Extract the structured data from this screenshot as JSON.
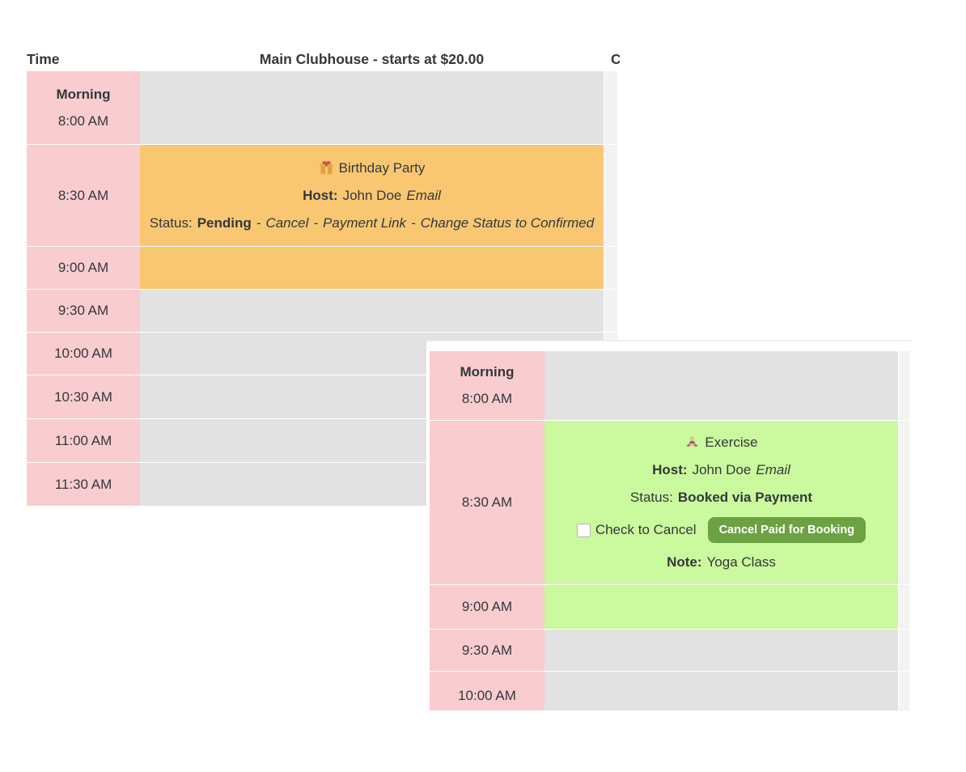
{
  "colors": {
    "time_column_bg": "#f9cccf",
    "empty_slot_bg": "#e2e2e2",
    "next_column_bg": "#f3f3f3",
    "pending_event_bg": "#f9c772",
    "paid_event_bg": "#cbf99d",
    "cancel_button_bg": "#6ca242",
    "text": "#34383c"
  },
  "schedule_left": {
    "header": {
      "time": "Time",
      "venue": "Main Clubhouse - starts at $20.00",
      "next_venue_clipped": "C"
    },
    "period_label": "Morning",
    "time_rows": [
      "8:00 AM",
      "8:30 AM",
      "9:00 AM",
      "9:30 AM",
      "10:00 AM",
      "10:30 AM",
      "11:00 AM",
      "11:30 AM"
    ],
    "event": {
      "icon": "gift-icon",
      "title": "Birthday Party",
      "host_label": "Host:",
      "host_name": "John Doe",
      "email_link": "Email",
      "status_label": "Status:",
      "status_value": "Pending",
      "sep": " - ",
      "actions": [
        "Cancel",
        "Payment Link",
        "Change Status to Confirmed"
      ]
    }
  },
  "schedule_right": {
    "period_label": "Morning",
    "time_rows": [
      "8:00 AM",
      "8:30 AM",
      "9:00 AM",
      "9:30 AM",
      "10:00 AM"
    ],
    "event": {
      "icon": "person-in-lotus-icon",
      "title": "Exercise",
      "host_label": "Host:",
      "host_name": "John Doe",
      "email_link": "Email",
      "status_label": "Status:",
      "status_value": "Booked via Payment",
      "checkbox_label": "Check to Cancel",
      "cancel_button_label": "Cancel Paid for Booking",
      "note_label": "Note:",
      "note_value": "Yoga Class"
    }
  }
}
